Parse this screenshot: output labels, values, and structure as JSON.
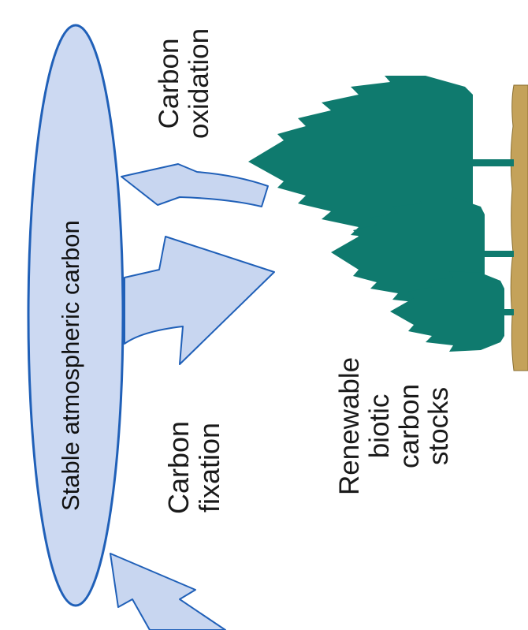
{
  "diagram": {
    "oval_label": "Stable atmospheric carbon",
    "oxidation_label": [
      "Carbon",
      "oxidation"
    ],
    "fixation_label": [
      "Carbon",
      "fixation"
    ],
    "stocks_label": [
      "Renewable",
      "biotic",
      "carbon",
      "stocks"
    ]
  },
  "colors": {
    "oval_fill": "#ccd9f2",
    "oval_stroke": "#2060b8",
    "arrow_fill": "#c8d6f0",
    "arrow_stroke": "#2060b8",
    "tree": "#0f7a6e",
    "ground": "#c4a25a"
  },
  "icons": [
    "conifer-tree-icon"
  ]
}
